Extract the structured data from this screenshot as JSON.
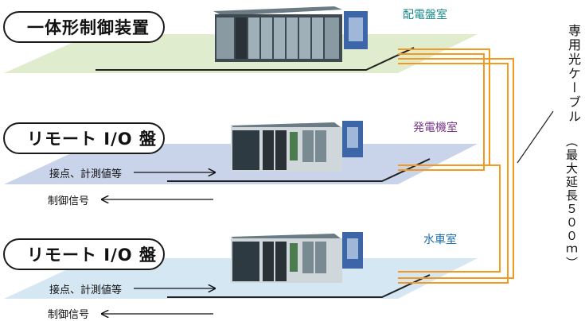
{
  "labels": {
    "main_controller": "一体形制御装置",
    "remote_io_1": "リモート I/O 盤",
    "remote_io_2": "リモート I/O 盤"
  },
  "rooms": {
    "room_1": "配電盤室",
    "room_2": "発電機室",
    "room_3": "水車室"
  },
  "signals": {
    "input_1": "接点、計測値等",
    "output_1": "制御信号",
    "input_2": "接点、計測値等",
    "output_2": "制御信号"
  },
  "cable": {
    "name": "専用光ケーブル",
    "note": "（最大延長５００ｍ）"
  },
  "colors": {
    "plane_green": "#dfeccd",
    "plane_blue": "#c9d3ea",
    "plane_lightblue": "#d4e7f3",
    "cable_orange": "#f39a1e",
    "room1_text": "#1a8a8a",
    "room2_text": "#7a3a8a",
    "room3_text": "#1a6fb0"
  }
}
